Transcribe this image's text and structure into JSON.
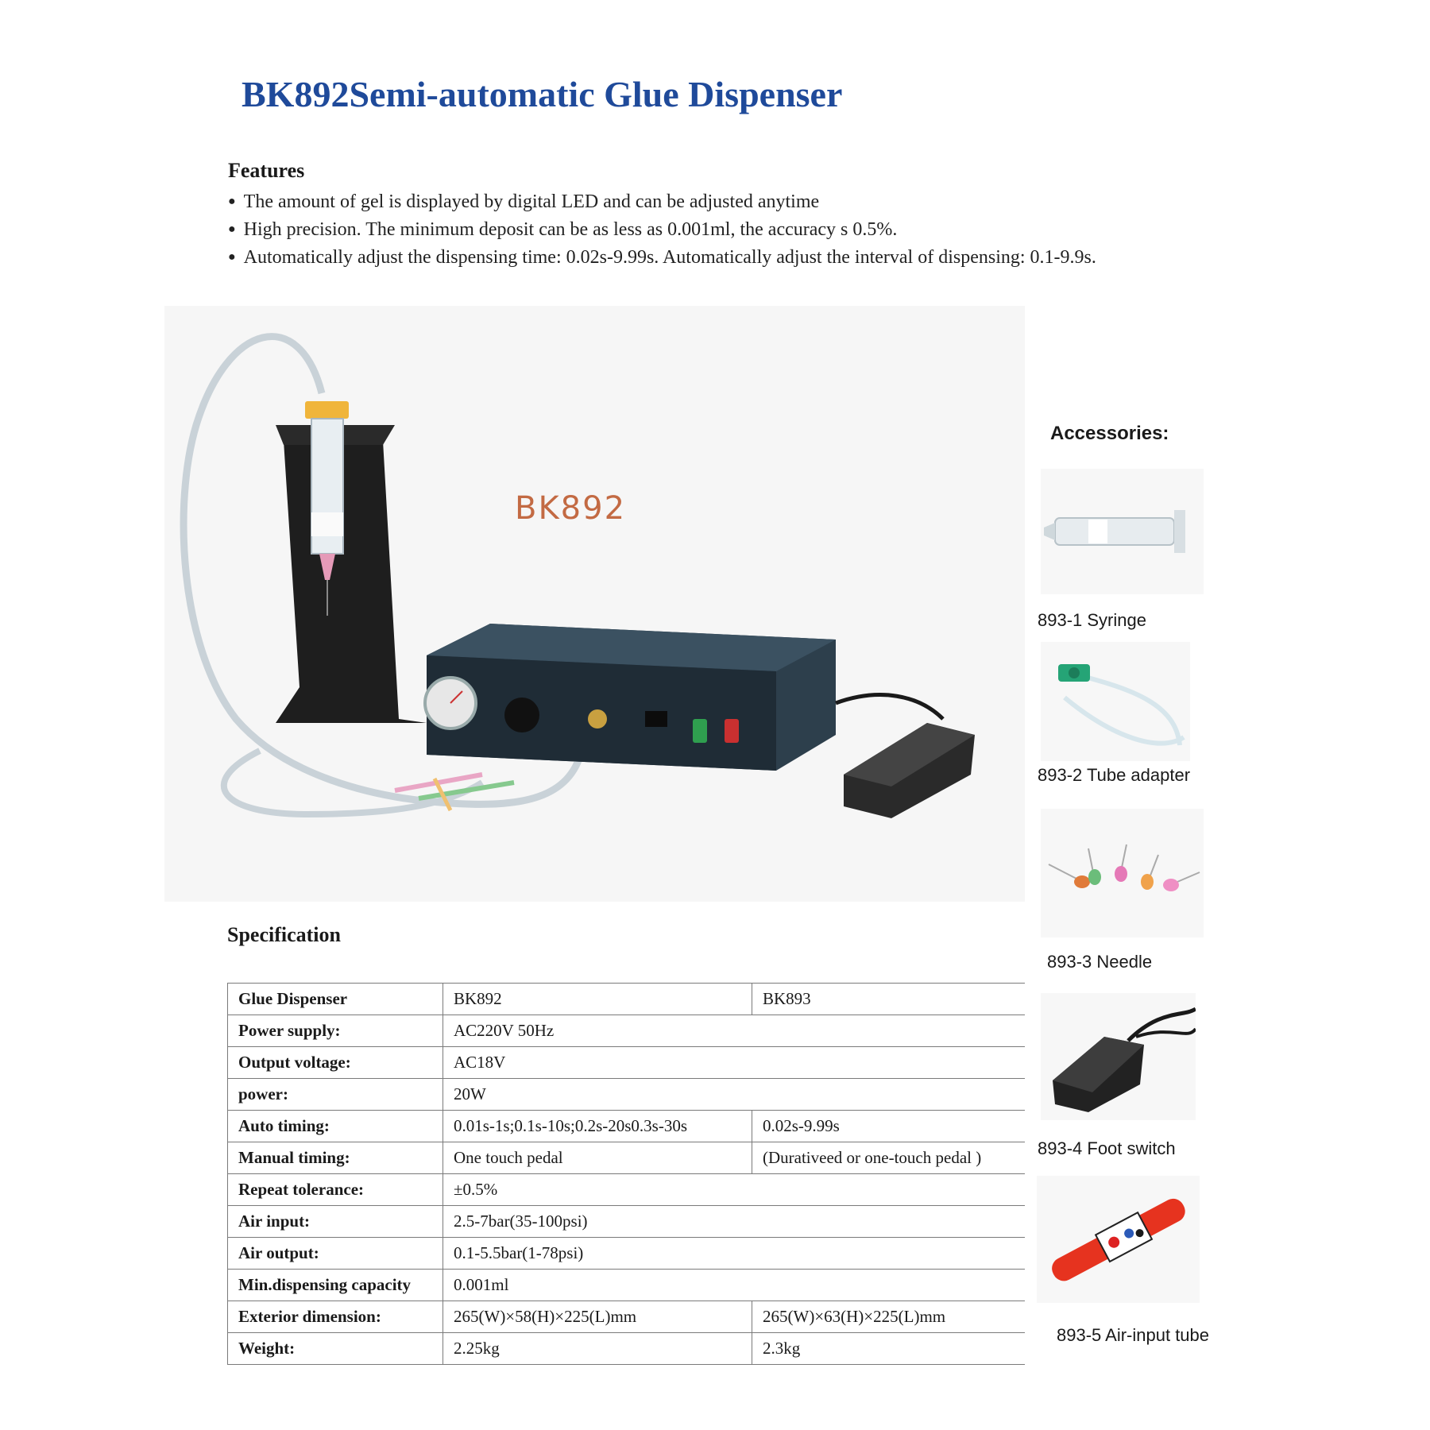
{
  "title": "BK892Semi-automatic Glue Dispenser",
  "features": {
    "heading": "Features",
    "items": [
      "The amount of gel is displayed by digital LED and can be adjusted anytime",
      "High precision. The minimum deposit can be as less as 0.001ml, the accuracy s 0.5%.",
      "Automatically adjust the dispensing time: 0.02s-9.99s. Automatically adjust the interval of dispensing: 0.1-9.9s."
    ]
  },
  "product_photo": {
    "label": "BK892",
    "colors": {
      "label": "#c36a43",
      "device_body": "#2d3f4c",
      "pedal": "#2a2a2a",
      "syringe_cap": "#f0b53b",
      "stand": "#1e1e1e"
    }
  },
  "specification": {
    "heading": "Specification",
    "rows": [
      [
        "Glue Dispenser",
        "BK892",
        "BK893"
      ],
      [
        "Power supply:",
        "AC220V    50Hz"
      ],
      [
        "Output voltage:",
        "AC18V"
      ],
      [
        "power:",
        "20W"
      ],
      [
        "Auto timing:",
        "0.01s-1s;0.1s-10s;0.2s-20s0.3s-30s",
        "0.02s-9.99s"
      ],
      [
        "Manual timing:",
        "One touch pedal",
        "(Durativeed or one-touch pedal )"
      ],
      [
        "Repeat tolerance:",
        "±0.5%"
      ],
      [
        "Air input:",
        "2.5-7bar(35-100psi)"
      ],
      [
        "Air output:",
        "0.1-5.5bar(1-78psi)"
      ],
      [
        "Min.dispensing capacity",
        "0.001ml"
      ],
      [
        "Exterior dimension:",
        "265(W)×58(H)×225(L)mm",
        "265(W)×63(H)×225(L)mm"
      ],
      [
        "Weight:",
        "2.25kg",
        "2.3kg"
      ]
    ]
  },
  "accessories": {
    "heading": "Accessories:",
    "items": [
      {
        "label": "893-1 Syringe",
        "icon": "syringe-icon"
      },
      {
        "label": "893-2 Tube adapter",
        "icon": "tube-adapter-icon"
      },
      {
        "label": "893-3 Needle",
        "icon": "needle-icon"
      },
      {
        "label": "893-4 Foot switch",
        "icon": "foot-switch-icon"
      },
      {
        "label": "893-5 Air-input tube",
        "icon": "air-input-tube-icon"
      }
    ]
  }
}
